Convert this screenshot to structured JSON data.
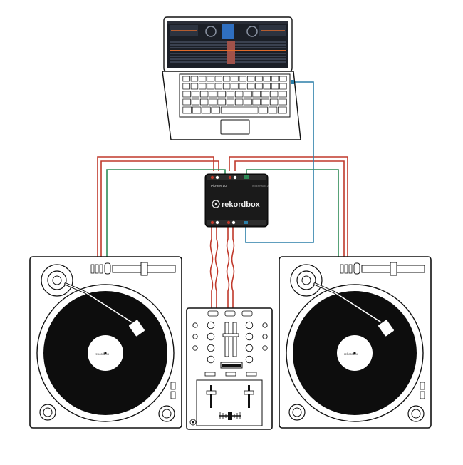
{
  "interface": {
    "brand": "Pioneer DJ",
    "logo_text": "rekordbox",
    "model": "INTERFACE 2"
  },
  "turntable_left": {
    "label_text": "rekordbox"
  },
  "turntable_right": {
    "label_text": "rekordbox"
  },
  "colors": {
    "cable_red": "#c0392b",
    "cable_green": "#2e8b57",
    "cable_usb": "#2b7fa8",
    "laptop_screen": "#1b1f27",
    "interface_body": "#1a1a1a"
  }
}
